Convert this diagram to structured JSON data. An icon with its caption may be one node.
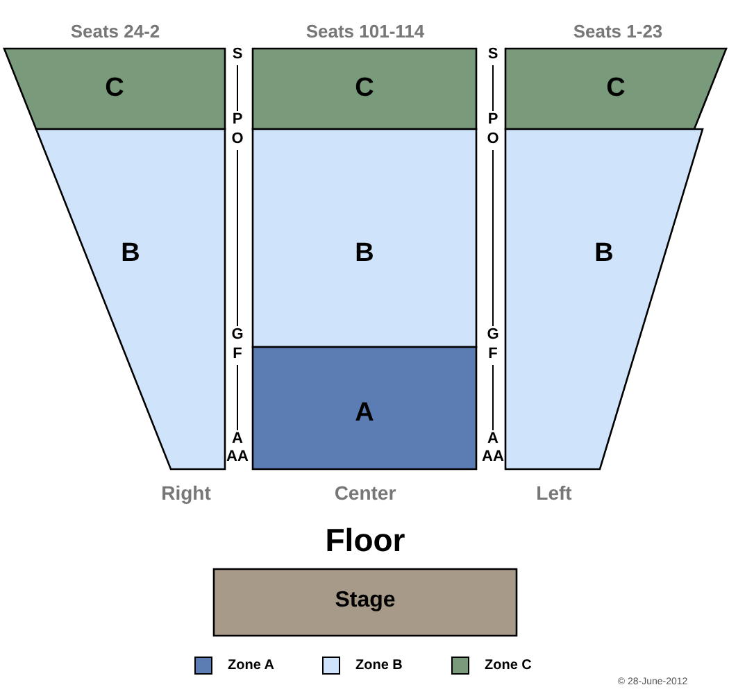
{
  "diagram": {
    "nodes": [
      {
        "text": [
          "C"
        ]
      },
      {
        "text": [
          "B"
        ]
      },
      {
        "text": [
          "C"
        ]
      },
      {
        "text": [
          "B"
        ]
      },
      {
        "text": [
          "A"
        ]
      },
      {
        "text": [
          "C"
        ]
      },
      {
        "text": [
          "B"
        ]
      },
      {
        "text": [
          "Stage"
        ]
      }
    ],
    "edges": [],
    "labels": [
      "Seats 24-2",
      "Seats 101-114",
      "Seats 1-23",
      "S",
      "P",
      "O",
      "G",
      "F",
      "A",
      "AA",
      "S",
      "P",
      "O",
      "G",
      "F",
      "A",
      "AA",
      "Right",
      "Center",
      "Left",
      "Floor",
      "© 28-June-2012"
    ],
    "legend": [
      {
        "text": "Zone A",
        "color": "#5b7db3"
      },
      {
        "text": "Zone B",
        "color": "#cfe3fb"
      },
      {
        "text": "Zone C",
        "color": "#7a9a7c"
      }
    ]
  }
}
